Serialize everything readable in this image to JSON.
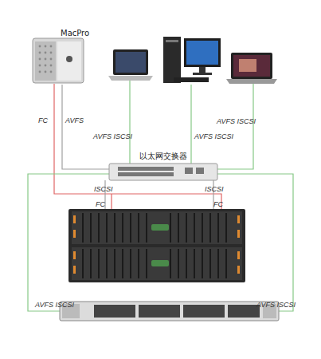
{
  "diagram": {
    "nodes": [
      {
        "text": [
          "MacPro"
        ]
      },
      {
        "text": [
          "以太网交换器"
        ]
      }
    ],
    "edges": [
      {
        "from": 0,
        "to": 1,
        "label": "AVFS",
        "arrow": "none"
      }
    ],
    "labels": [
      "FC",
      "AVFS ISCSI",
      "AVFS ISCSI",
      "AVFS ISCSI",
      "ISCSI",
      "ISCSI",
      "FC",
      "FC",
      "AVFS ISCSI",
      "AVFS ISCSI"
    ]
  }
}
